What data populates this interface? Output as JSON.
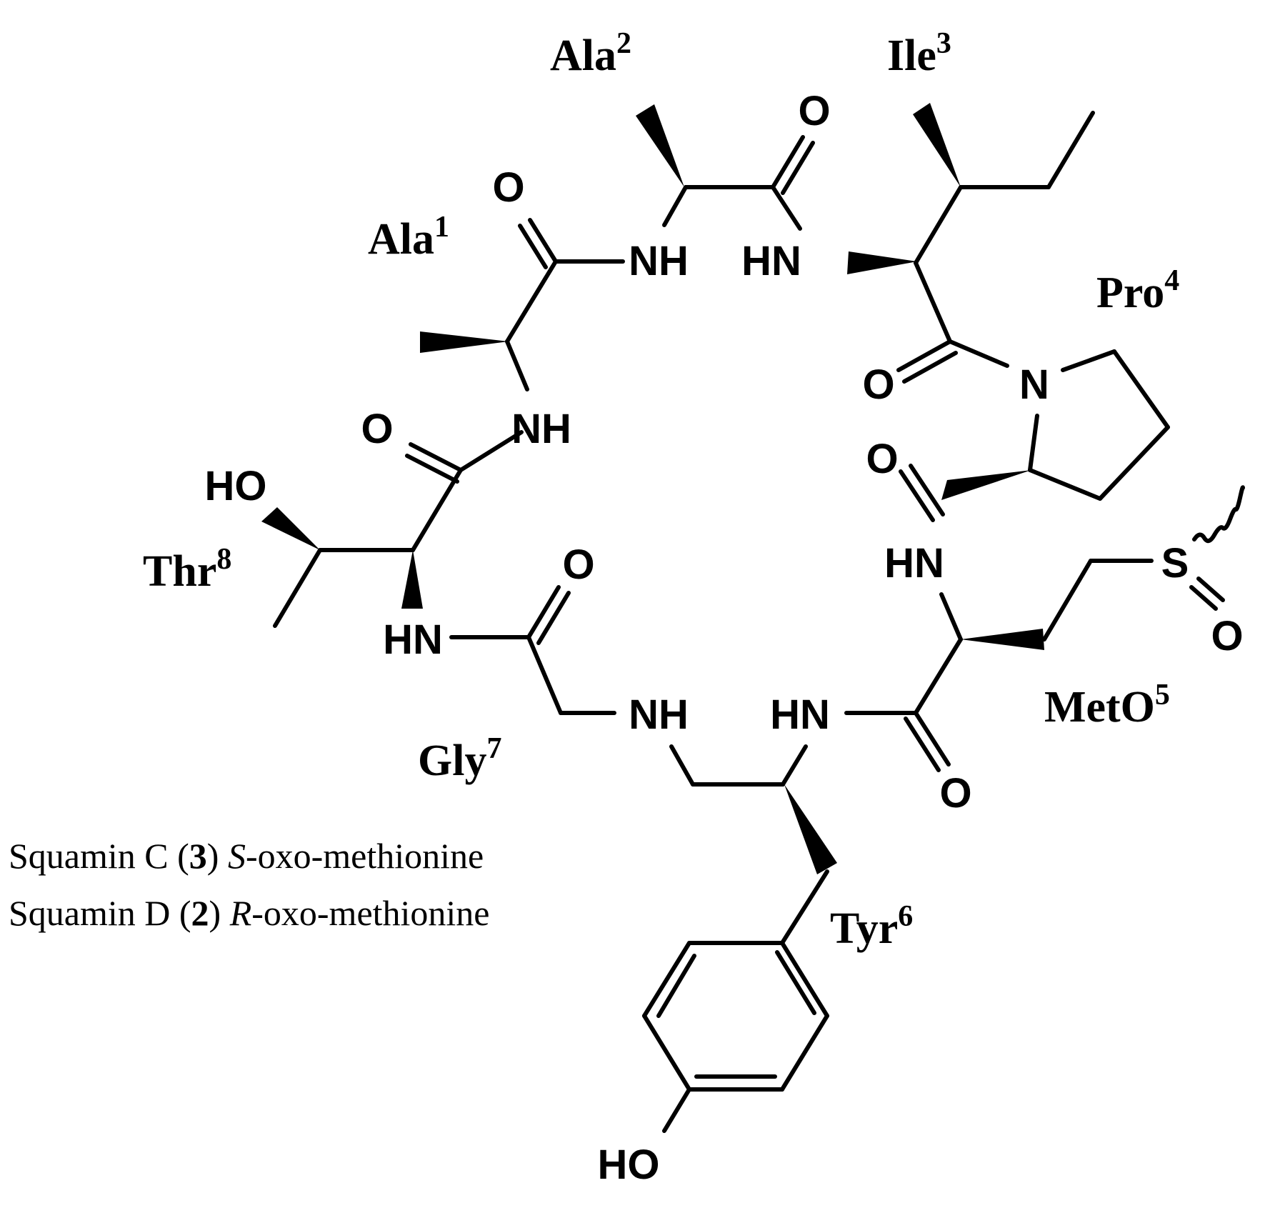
{
  "atoms": {
    "o_ala1": "O",
    "nh_ala2": "NH",
    "hn_ile3": "HN",
    "o_ala2": "O",
    "o_ile3": "O",
    "n_pro4": "N",
    "o_pro4": "O",
    "nh_ala1": "NH",
    "o_thr8": "O",
    "ho_thr8": "HO",
    "hn_thr8": "HN",
    "o_gly7": "O",
    "hn_metO5": "HN",
    "s_metO5": "S",
    "o_sulfoxide": "O",
    "nh_gly7": "NH",
    "hn_tyr6": "HN",
    "o_metO5": "O",
    "ho_tyr6": "HO"
  },
  "residues": [
    {
      "name": "Ala",
      "num": "1"
    },
    {
      "name": "Ala",
      "num": "2"
    },
    {
      "name": "Ile",
      "num": "3"
    },
    {
      "name": "Pro",
      "num": "4"
    },
    {
      "name": "MetO",
      "num": "5"
    },
    {
      "name": "Tyr",
      "num": "6"
    },
    {
      "name": "Gly",
      "num": "7"
    },
    {
      "name": "Thr",
      "num": "8"
    }
  ],
  "caption": [
    {
      "prefix": "Squamin C (",
      "compound": "3",
      "mid": ") ",
      "config": "S",
      "suffix": "-oxo-methionine"
    },
    {
      "prefix": "Squamin D (",
      "compound": "2",
      "mid": ") ",
      "config": "R",
      "suffix": "-oxo-methionine"
    }
  ]
}
